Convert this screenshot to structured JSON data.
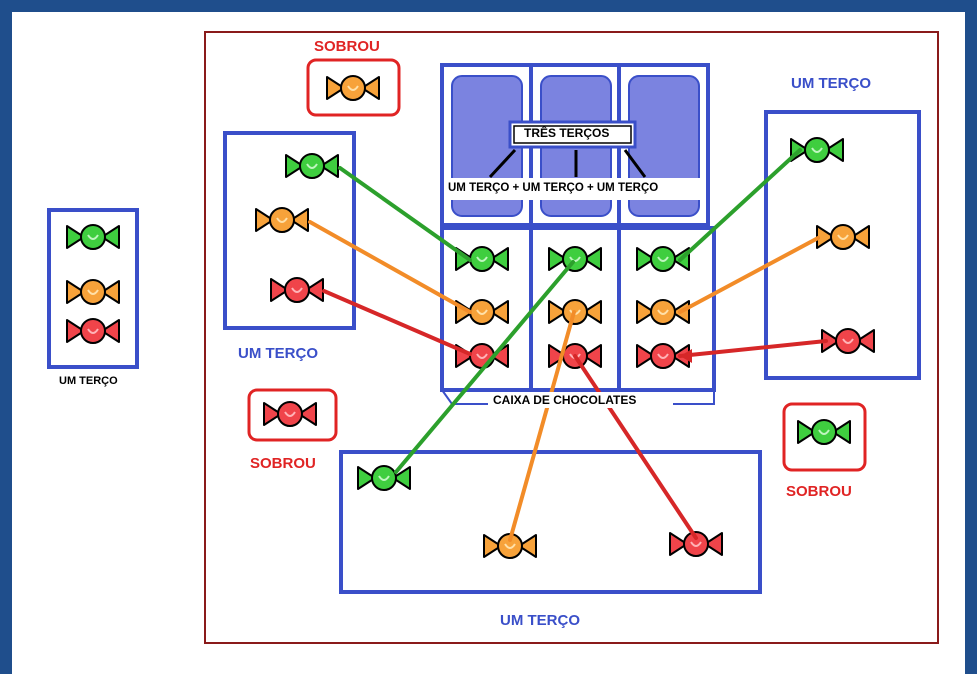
{
  "labels": {
    "um_terco": "UM TERÇO",
    "sobrou": "SOBROU",
    "tres_tercos": "TRÊS TERÇOS",
    "soma_tercos": "UM TERÇO + UM TERÇO + UM TERÇO",
    "caixa": "CAIXA DE CHOCOLATES"
  },
  "colors": {
    "frame": "#1f4e8c",
    "blue_box": "#3a4fc9",
    "box_fill": "#7b83e0",
    "outer_border": "#8a1a1a",
    "sobrou_border": "#e02424",
    "green_line": "#2ca02c",
    "orange_line": "#f28c28",
    "red_line": "#d62728"
  },
  "candies": {
    "green": "green-candy",
    "orange": "orange-candy",
    "red": "red-candy"
  }
}
